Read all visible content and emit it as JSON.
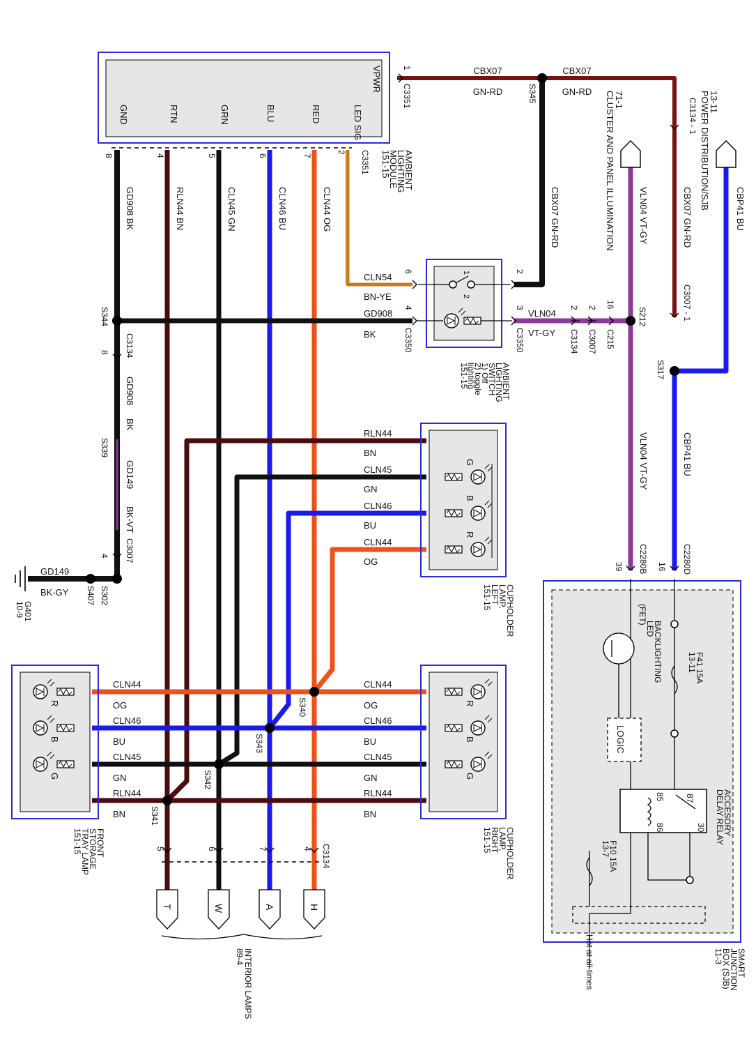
{
  "module": {
    "name_lines": [
      "AMBIENT",
      "LIGHTING",
      "MODULE",
      "151-15"
    ],
    "pins": [
      "VPWR",
      "LED SIG",
      "RED",
      "BLU",
      "GRN",
      "RTN",
      "GND"
    ],
    "connector_lines": [
      "C3351",
      "2"
    ]
  },
  "top": {
    "cbx07_a": "CBX07",
    "gnrd_a": "GN-RD",
    "cbx07_b": "CBX07",
    "gnrd_b": "GN-RD",
    "c3351_top": "C3351",
    "pin1": "1",
    "s345": "S345"
  },
  "power_dist": {
    "lines": [
      "13-11",
      "POWER DISTRIBUTION/SJB"
    ]
  },
  "cluster": {
    "lines": [
      "71-1",
      "CLUSTER AND PANEL ILLUMINATION"
    ]
  },
  "c3134_1": {
    "lines": [
      "C3134 - 1"
    ]
  },
  "module_pins": {
    "p8": "8",
    "p4": "4",
    "p5": "5",
    "p6": "6",
    "p7": "7"
  },
  "wires": {
    "gnd": "GD908   BK",
    "rtn": "RLN44   BN",
    "grn": "CLN45   GN",
    "blu": "CLN46   BU",
    "red": "CLN44   OG",
    "cbp41_top": "CBP41   BU",
    "vln04_top": "VLN04   VT-GY",
    "cbx07_right": "CBX07   GN-RD",
    "cbx07_mid": "CBX07   GN-RD",
    "vln04_low": "VLN04   VT-GY",
    "cbp41_low": "CBP41   BU"
  },
  "switch": {
    "name_lines": [
      "AMBIENT",
      "LIGHTING",
      "SWITCH",
      "1) Off",
      "2) toggle",
      "lighting",
      "151-15"
    ],
    "c3350_a": "C3350",
    "c3350_b": "C3350",
    "p6": "6",
    "p2": "2",
    "p4": "4",
    "p3": "3",
    "sw1": "1",
    "sw2": "2",
    "cln54": "CLN54",
    "bnye": "BN-YE",
    "gd908": "GD908",
    "bk": "BK",
    "vln04": "VLN04",
    "vtgy": "VT-GY"
  },
  "splices": {
    "s212": "S212",
    "s317": "S317",
    "s344": "S344",
    "s339": "S339",
    "s302": "S302",
    "s407": "S407",
    "s340": "S340",
    "s343": "S343",
    "s342": "S342",
    "s341": "S341"
  },
  "connectors_right": {
    "c215": "C215",
    "c3007": "C3007",
    "c3134": "C3134",
    "p16": "16",
    "p2a": "2",
    "p2b": "2",
    "c3007_1": "C3007 - 1"
  },
  "ground_path": {
    "c3134": "C3134",
    "p8": "8",
    "gd908": "GD908",
    "bk": "BK",
    "gd149": "GD149",
    "bkvt": "BK-VT",
    "c3007": "C3007",
    "p4": "4",
    "gd149b": "GD149",
    "bkgy": "BK-GY",
    "g401": [
      "G401",
      "10-9"
    ]
  },
  "cup_left": {
    "name_lines": [
      "CUPHOLDER",
      "LAMP,",
      "LEFT",
      "151-15"
    ],
    "w1": "RLN44",
    "c1": "BN",
    "w2": "CLN45",
    "c2": "GN",
    "w3": "CLN46",
    "c3": "BU",
    "w4": "CLN44",
    "c4": "OG",
    "leds": [
      "G",
      "B",
      "R"
    ]
  },
  "cup_right": {
    "name_lines": [
      "CUPHOLDER",
      "LAMP,",
      "RIGHT",
      "151-15"
    ],
    "w1": "CLN44",
    "c1": "OG",
    "w2": "CLN46",
    "c2": "BU",
    "w3": "CLN45",
    "c3": "GN",
    "w4": "RLN44",
    "c4": "BN",
    "leds": [
      "R",
      "B",
      "G"
    ]
  },
  "front_tray": {
    "name_lines": [
      "FRONT",
      "STORAGE",
      "TRAY LAMP",
      "151-15"
    ],
    "w1": "CLN44",
    "c1": "OG",
    "w2": "CLN46",
    "c2": "BU",
    "w3": "CLN45",
    "c3": "GN",
    "w4": "RLN44",
    "c4": "BN",
    "leds": [
      "R",
      "B",
      "G"
    ]
  },
  "bottom_connector": {
    "name": "C3134",
    "pins": [
      "5",
      "6",
      "7",
      "4"
    ],
    "terminals": [
      "T",
      "W",
      "A",
      "H"
    ],
    "lines": [
      "INTERIOR LAMPS",
      "89-4"
    ]
  },
  "sjb": {
    "name_lines": [
      "SMART",
      "JUNCTION",
      "BOX (SJB)",
      "11-3"
    ],
    "hot": "Hot at all times",
    "c2280d": "C2280D",
    "c2280b": "C2280B",
    "p16": "16",
    "p39": "39",
    "f41": [
      "F41   15A",
      "13-11"
    ],
    "f10": [
      "F10   15A",
      "13-7"
    ],
    "relay": [
      "ACCESORY",
      "DELAY RELAY"
    ],
    "relay_pins": [
      "87",
      "30",
      "85",
      "86"
    ],
    "logic": "LOGIC",
    "backlight": [
      "BACKLIGHTING",
      "LED"
    ],
    "fet": "(FET)"
  },
  "colors": {
    "black": "#111111",
    "brown": "#4a0c0c",
    "blue": "#1a1aee",
    "orange": "#f0501a",
    "violet": "#8a3a9a",
    "darkred": "#7a1010",
    "frame": "#2a2ad8"
  }
}
